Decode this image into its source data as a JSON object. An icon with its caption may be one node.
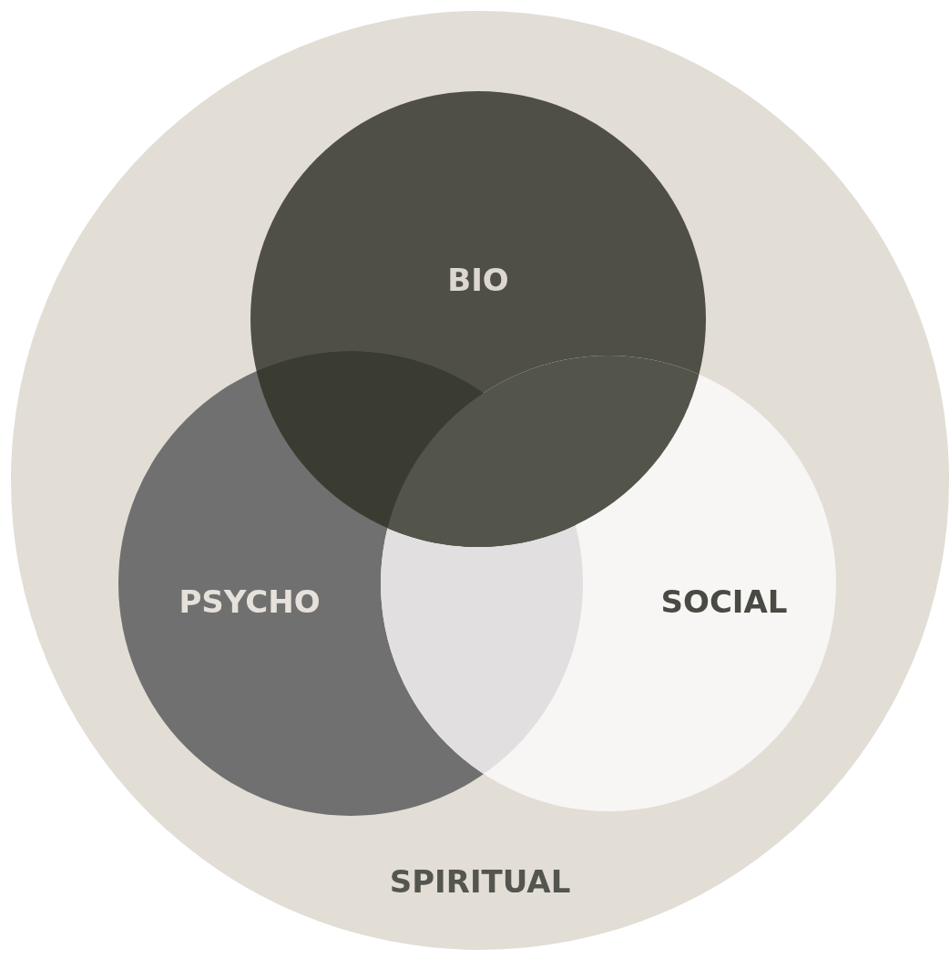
{
  "diagram": {
    "nodes": [
      {
        "text": [
          "SPIRITUAL"
        ]
      },
      {
        "text": [
          "BIO"
        ],
        "in": 0
      },
      {
        "text": [
          "PSYCHO"
        ],
        "in": 0
      },
      {
        "text": [
          "SOCIAL"
        ],
        "in": 0
      }
    ]
  }
}
